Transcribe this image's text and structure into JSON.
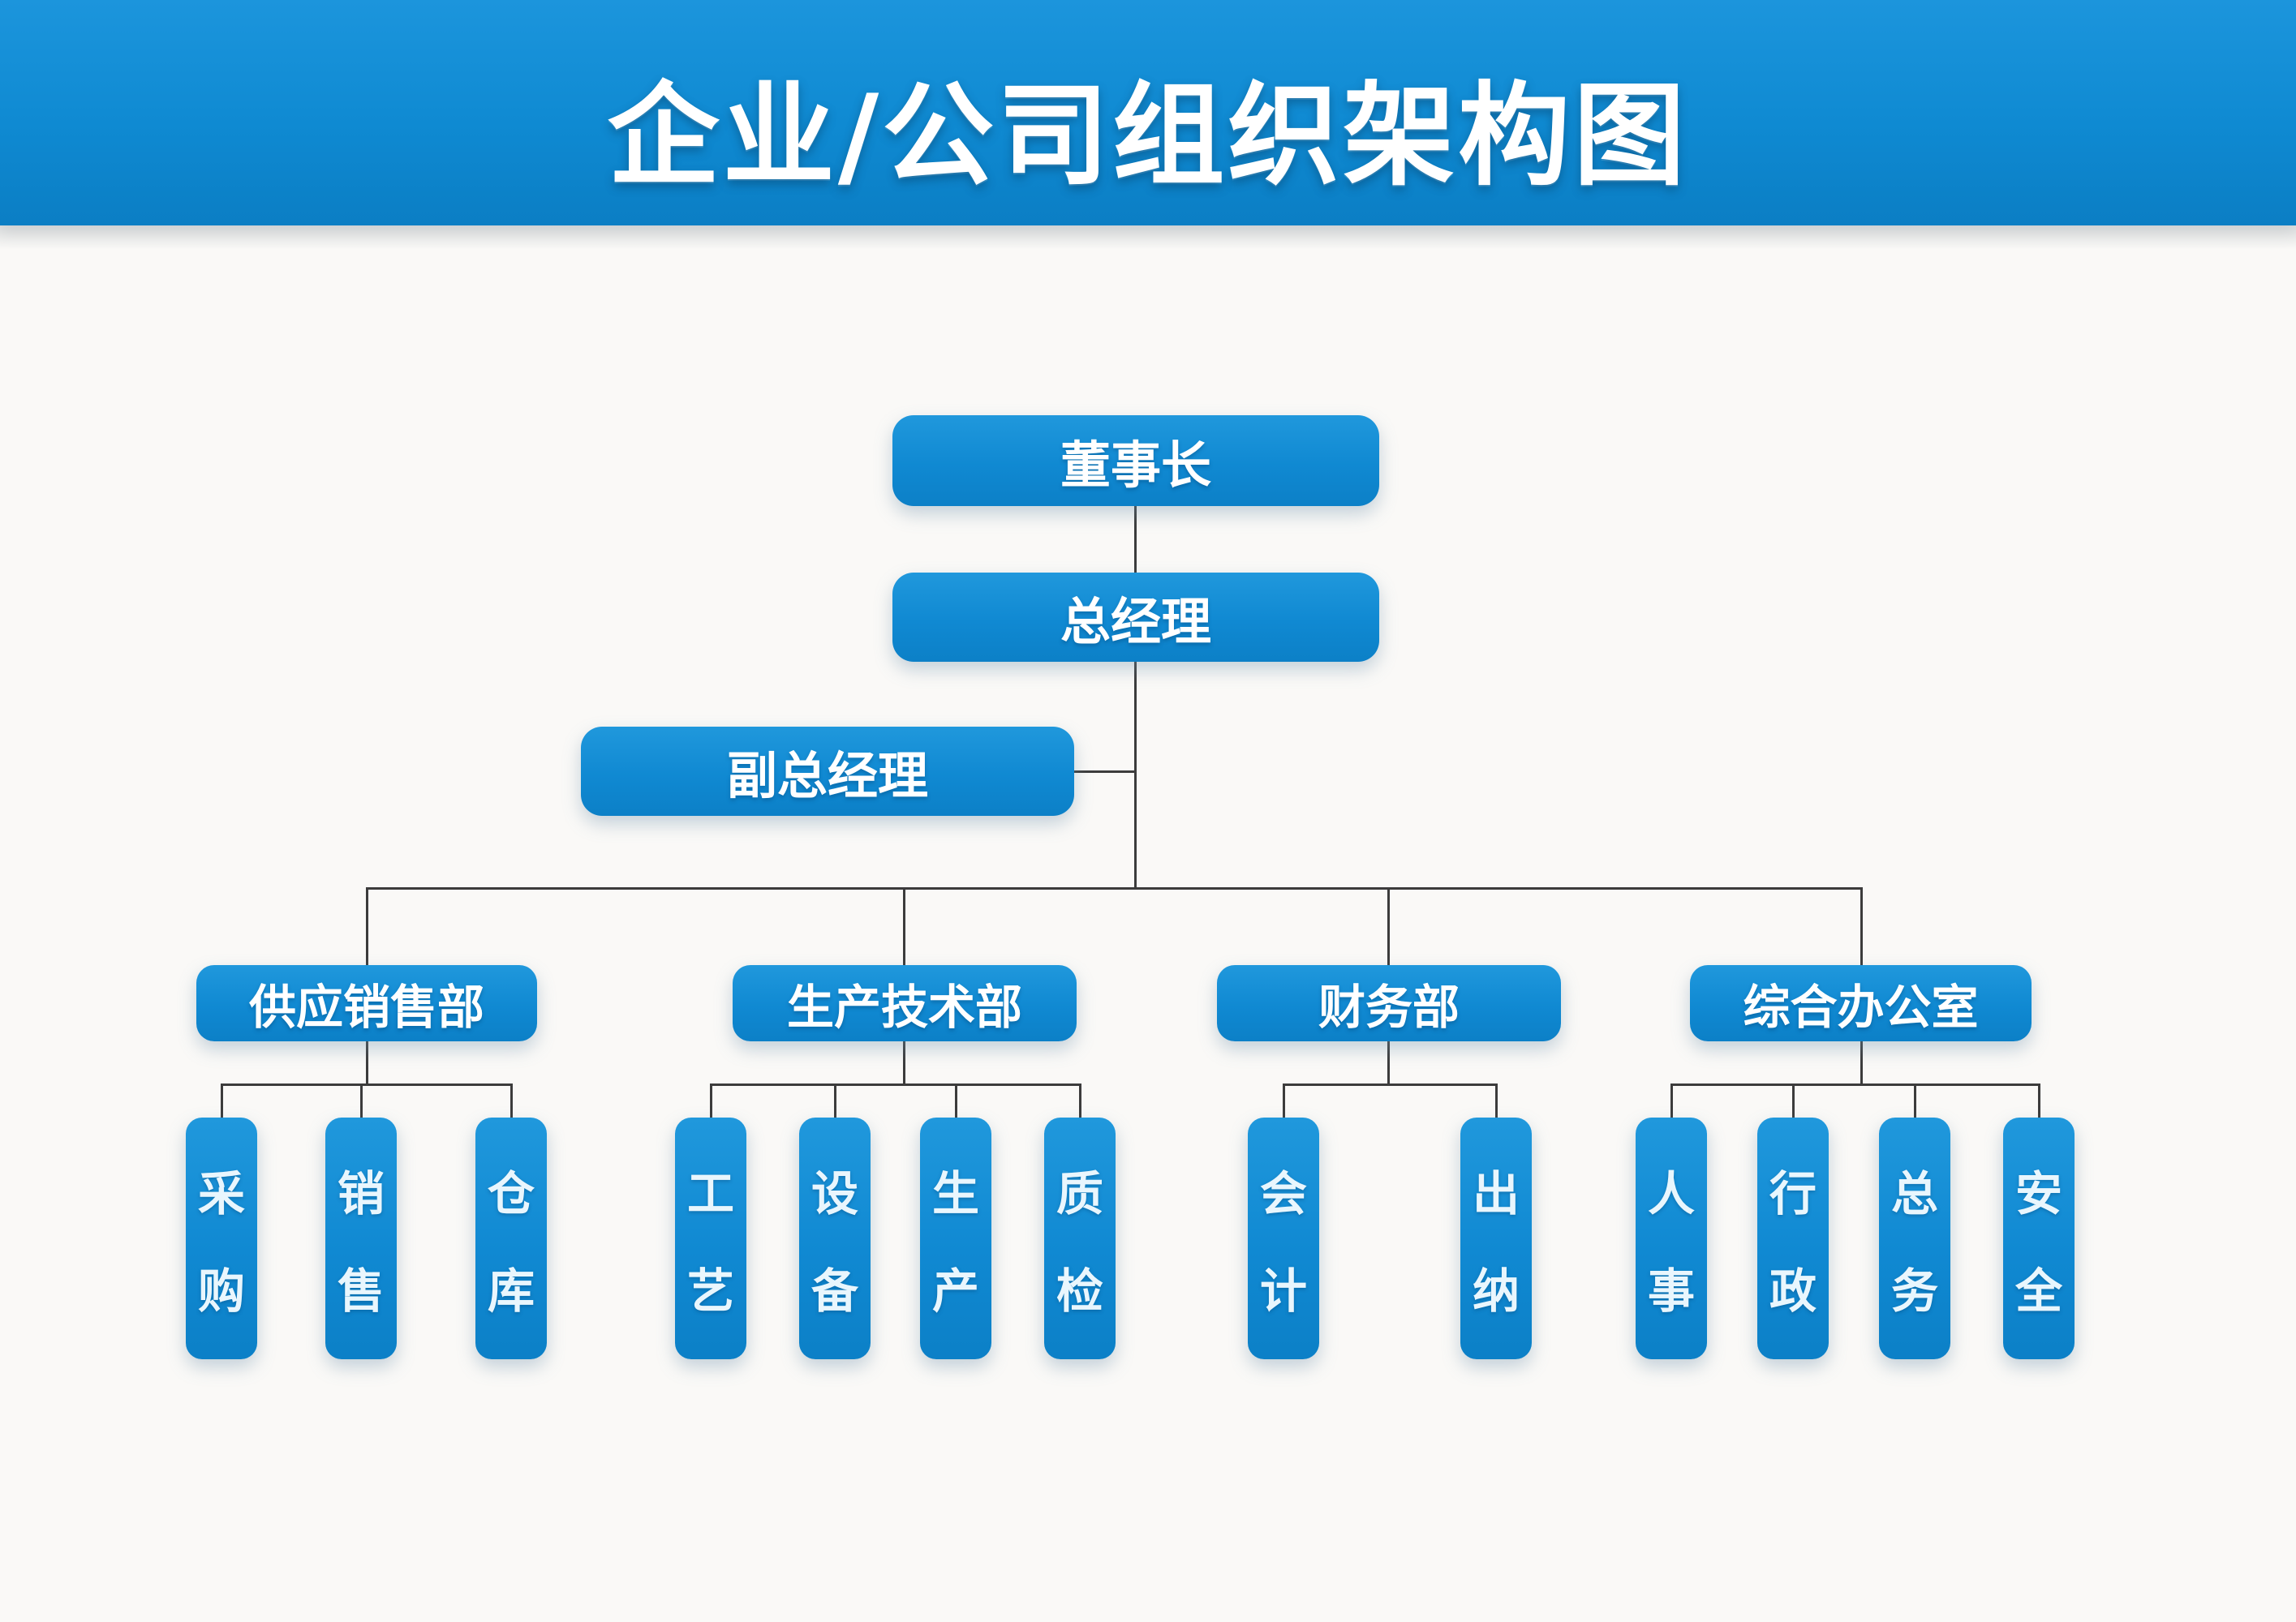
{
  "title": "企业/公司组织架构图",
  "colors": {
    "banner_blue": "#0f8ad2",
    "banner_blue_light": "#1c95dc",
    "box_blue_light": "#2098dc",
    "box_blue": "#1089d2",
    "box_blue_dark": "#0c80c7",
    "line": "#3c3c3c",
    "background": "#faf9f7",
    "title_text": "#ffffff",
    "box_text": "#ffffff",
    "child_text": "#e9f6fd"
  },
  "org": {
    "chairman": "董事长",
    "general_manager": "总经理",
    "deputy_general_manager": "副总经理",
    "departments": [
      {
        "label": "供应销售部",
        "children": [
          "采购",
          "销售",
          "仓库"
        ]
      },
      {
        "label": "生产技术部",
        "children": [
          "工艺",
          "设备",
          "生产",
          "质检"
        ]
      },
      {
        "label": "财务部",
        "children": [
          "会计",
          "出纳"
        ]
      },
      {
        "label": "综合办公室",
        "children": [
          "人事",
          "行政",
          "总务",
          "安全"
        ]
      }
    ]
  }
}
